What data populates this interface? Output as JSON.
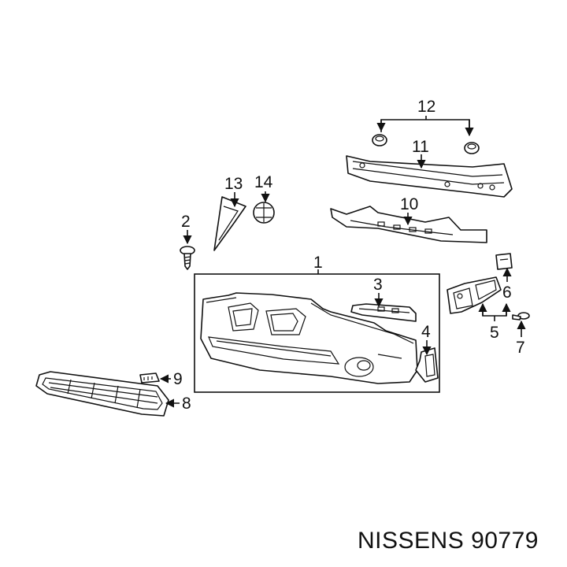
{
  "brand": "NISSENS",
  "part_number": "90779",
  "callouts": [
    "1",
    "2",
    "3",
    "4",
    "5",
    "6",
    "7",
    "8",
    "9",
    "10",
    "11",
    "12",
    "13",
    "14"
  ],
  "colors": {
    "line": "#111111",
    "background": "#ffffff"
  }
}
